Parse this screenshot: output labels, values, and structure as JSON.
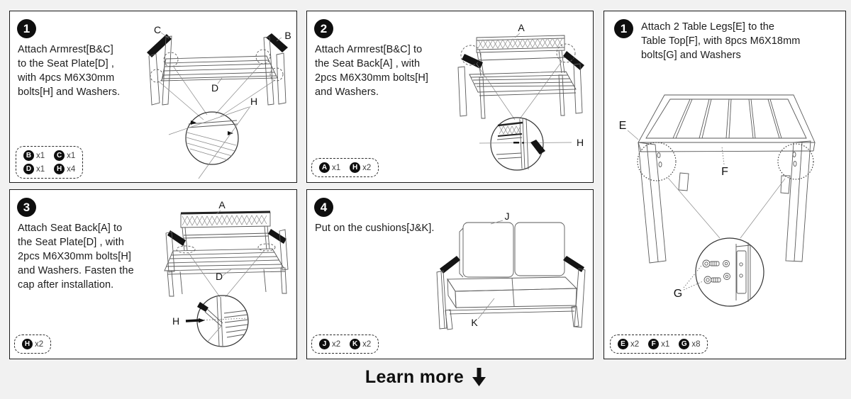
{
  "page": {
    "background": "#f1f1f1",
    "panel_bg": "#ffffff",
    "accent_black": "#0e0e0e",
    "learn_more_label": "Learn more",
    "learn_more_arrow": "down-arrow"
  },
  "panels": [
    {
      "step": "1",
      "instruction": "Attach Armrest[B&C]\nto the Seat Plate[D] ,\nwith 4pcs M6X30mm\nbolts[H] and Washers.",
      "parts": [
        {
          "letter": "B",
          "qty": "x1"
        },
        {
          "letter": "C",
          "qty": "x1"
        },
        {
          "letter": "D",
          "qty": "x1"
        },
        {
          "letter": "H",
          "qty": "x4"
        }
      ],
      "diagram_labels": {
        "c": "C",
        "b": "B",
        "d": "D",
        "h": "H"
      }
    },
    {
      "step": "2",
      "instruction": "Attach Armrest[B&C] to\nthe Seat Back[A] , with\n2pcs M6X30mm bolts[H]\nand Washers.",
      "parts": [
        {
          "letter": "A",
          "qty": "x1"
        },
        {
          "letter": "H",
          "qty": "x2"
        }
      ],
      "diagram_labels": {
        "a": "A",
        "h": "H"
      }
    },
    {
      "step": "3",
      "instruction": "Attach Seat Back[A] to\nthe Seat Plate[D] , with\n2pcs M6X30mm bolts[H]\nand Washers. Fasten the\ncap after installation.",
      "parts": [
        {
          "letter": "H",
          "qty": "x2"
        }
      ],
      "diagram_labels": {
        "a": "A",
        "d": "D",
        "h": "H"
      }
    },
    {
      "step": "4",
      "instruction": "Put on the cushions[J&K].",
      "parts": [
        {
          "letter": "J",
          "qty": "x2"
        },
        {
          "letter": "K",
          "qty": "x2"
        }
      ],
      "diagram_labels": {
        "j": "J",
        "k": "K"
      }
    },
    {
      "step": "1",
      "instruction": "Attach 2 Table Legs[E] to the\nTable Top[F], with 8pcs M6X18mm\nbolts[G] and Washers",
      "parts": [
        {
          "letter": "E",
          "qty": "x2"
        },
        {
          "letter": "F",
          "qty": "x1"
        },
        {
          "letter": "G",
          "qty": "x8"
        }
      ],
      "diagram_labels": {
        "e": "E",
        "f": "F",
        "g": "G"
      }
    }
  ]
}
